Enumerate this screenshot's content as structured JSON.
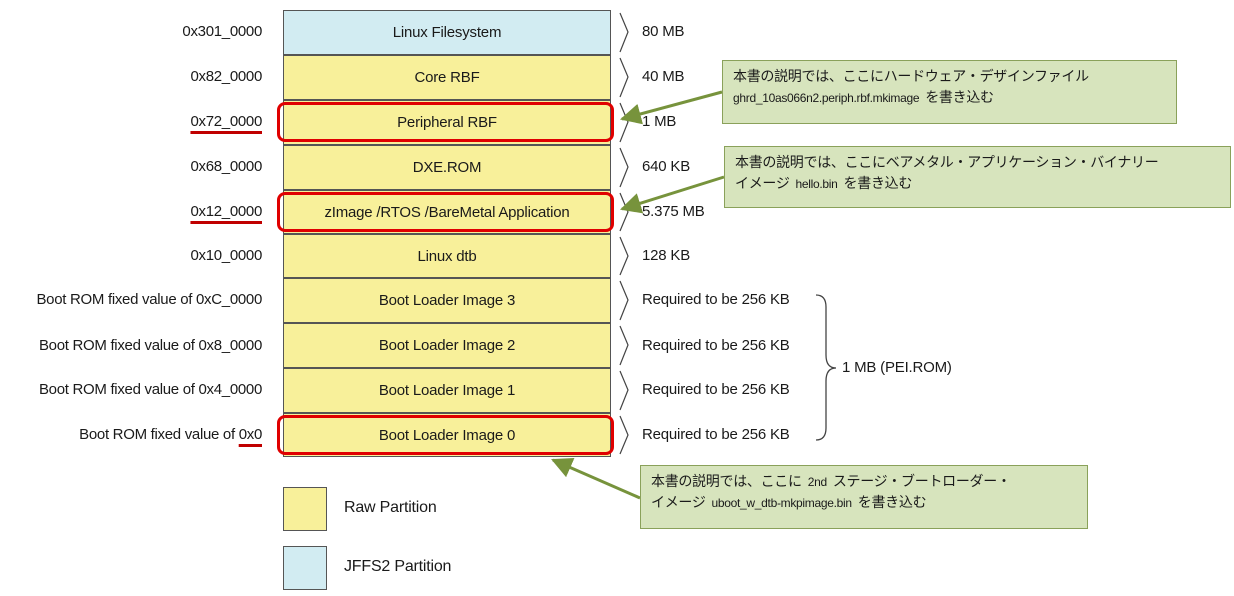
{
  "partitions": [
    {
      "name": "Linux Filesystem",
      "address": "0x301_0000",
      "size": "80 MB",
      "kind": "jffs2"
    },
    {
      "name": "Core RBF",
      "address": "0x82_0000",
      "size": "40 MB",
      "kind": "raw"
    },
    {
      "name": "Peripheral RBF",
      "address": "0x72_0000",
      "size": "1 MB",
      "kind": "raw"
    },
    {
      "name": "DXE.ROM",
      "address": "0x68_0000",
      "size": "640 KB",
      "kind": "raw"
    },
    {
      "name": "zImage /RTOS /BareMetal Application",
      "address": "0x12_0000",
      "size": "5.375 MB",
      "kind": "raw"
    },
    {
      "name": "Linux dtb",
      "address": "0x10_0000",
      "size": "128 KB",
      "kind": "raw"
    },
    {
      "name": "Boot Loader Image 3",
      "address": "Boot ROM fixed value of 0xC_0000",
      "size": "Required  to be 256 KB",
      "kind": "raw"
    },
    {
      "name": "Boot Loader Image 2",
      "address": "Boot ROM fixed value of 0x8_0000",
      "size": "Required  to be 256 KB",
      "kind": "raw"
    },
    {
      "name": "Boot Loader Image 1",
      "address": "Boot ROM fixed value of 0x4_0000",
      "size": "Required  to be 256 KB",
      "kind": "raw"
    },
    {
      "name": "Boot Loader Image 0",
      "address_prefix": "Boot ROM fixed value of ",
      "address_value": "0x0",
      "size": "Required  to be 256 KB",
      "kind": "raw"
    }
  ],
  "pei_group": {
    "label": "1 MB (PEI.ROM)"
  },
  "notes": [
    {
      "line1": "本書の説明では、ここにハードウェア・デザインファイル",
      "file": "ghrd_10as066n2.periph.rbf.mkimage",
      "suffix": "を書き込む"
    },
    {
      "line1": "本書の説明では、ここにベアメタル・アプリケーション・バイナリー",
      "prefix2": "イメージ",
      "file": "hello.bin",
      "suffix": "を書き込む"
    },
    {
      "line1_a": "本書の説明では、ここに",
      "line1_b": "2nd",
      "line1_c": "ステージ・ブートローダー・",
      "prefix2": "イメージ",
      "file": "uboot_w_dtb-mkpimage.bin",
      "suffix": "を書き込む"
    }
  ],
  "legend": [
    {
      "label": "Raw Partition",
      "color": "#f8f09a"
    },
    {
      "label": "JFFS2 Partition",
      "color": "#d2ecf2"
    }
  ],
  "colors": {
    "raw": "#f8f09a",
    "jffs2": "#d2ecf2",
    "highlight": "#e00000",
    "note_bg": "#d7e4bd",
    "arrow": "#77933c"
  }
}
